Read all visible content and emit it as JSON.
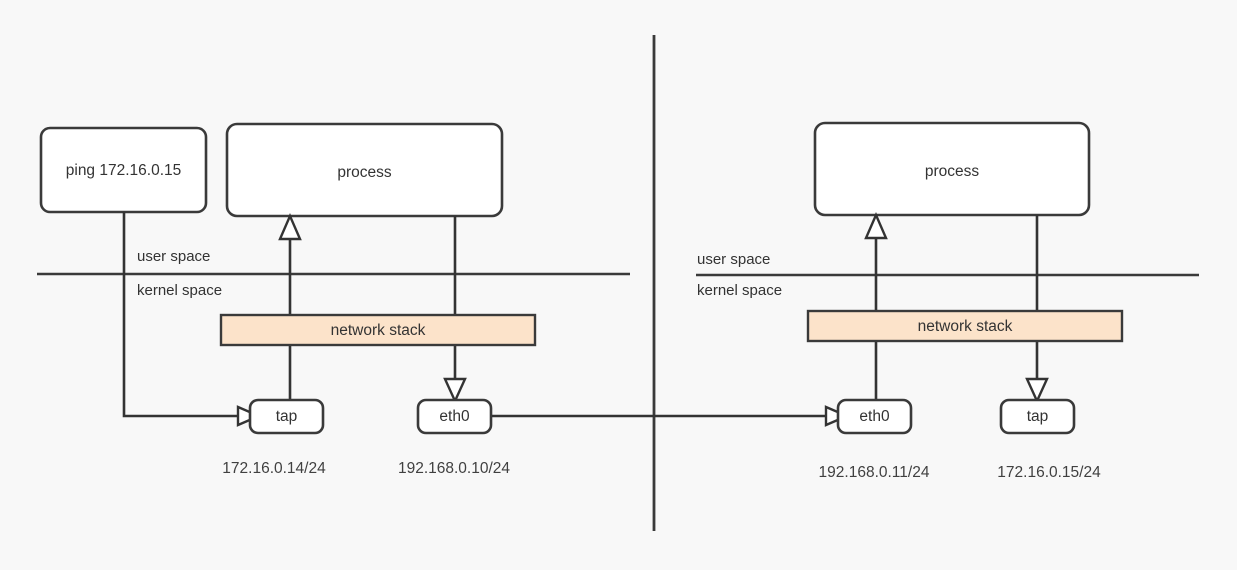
{
  "diagram": {
    "title": "tap device networking between two hosts",
    "colors": {
      "background": "#f8f8f8",
      "node_fill": "#ffffff",
      "stack_fill": "#fce3ca",
      "stroke": "#333333",
      "text": "#333333"
    },
    "left_host": {
      "ping_box_label": "ping 172.16.0.15",
      "process_box_label": "process",
      "user_space_label": "user space",
      "kernel_space_label": "kernel space",
      "network_stack_label": "network stack",
      "tap_label": "tap",
      "eth0_label": "eth0",
      "tap_ip": "172.16.0.14/24",
      "eth0_ip": "192.168.0.10/24"
    },
    "right_host": {
      "process_box_label": "process",
      "user_space_label": "user space",
      "kernel_space_label": "kernel space",
      "network_stack_label": "network stack",
      "eth0_label": "eth0",
      "tap_label": "tap",
      "eth0_ip": "192.168.0.11/24",
      "tap_ip": "172.16.0.15/24"
    },
    "icons": {
      "arrow_up": "triangle-up-icon",
      "arrow_down": "triangle-down-icon",
      "arrow_right": "triangle-right-icon"
    }
  }
}
